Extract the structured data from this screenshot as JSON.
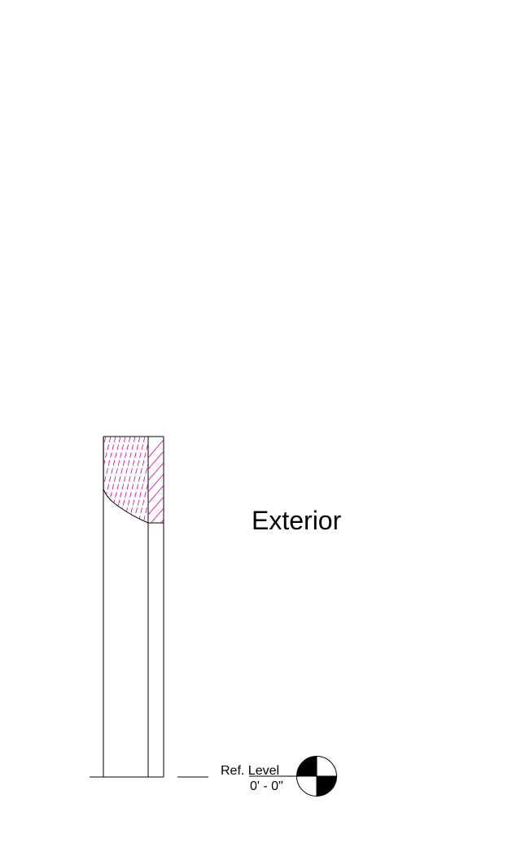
{
  "view": {
    "side_label": "Exterior"
  },
  "level_marker": {
    "name": "Ref. Level",
    "elevation": "0' - 0\""
  },
  "colors": {
    "line": "#000000",
    "cut_hatch": "#cc0099",
    "background": "#ffffff"
  },
  "icons": {
    "level_head": "level-target-icon"
  }
}
